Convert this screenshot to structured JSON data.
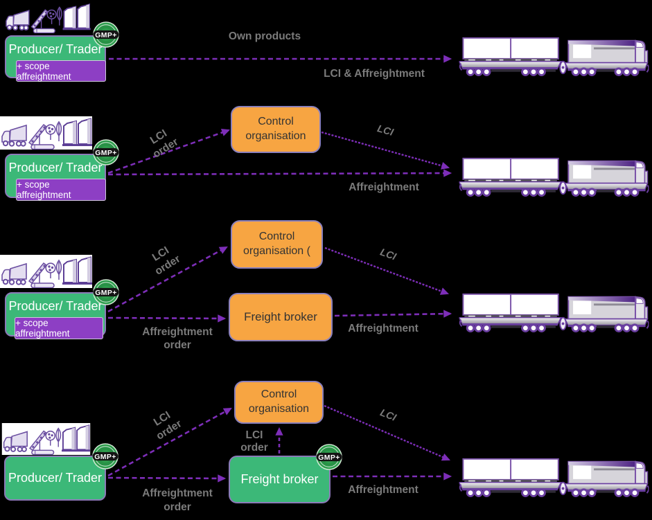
{
  "palette": {
    "background": "#000000",
    "arrow_purple": "#7d2eb8",
    "producer_green": "#3cb878",
    "control_orange": "#f7a542",
    "scope_purple": "#8d3fc4",
    "label_gray": "#7b7b7b"
  },
  "badge": {
    "label": "GMP+"
  },
  "scenarios": [
    {
      "producer_label": "Producer/ Trader",
      "scope_label": "+ scope affreightment",
      "own_products": "Own products",
      "lci_and_affreightment": "LCI & Affreightment"
    },
    {
      "producer_label": "Producer/ Trader",
      "scope_label": "+ scope affreightment",
      "control_label": "Control organisation",
      "lci_order": {
        "line1": "LCI",
        "line2": "order"
      },
      "lci": "LCI",
      "affreightment": "Affreightment"
    },
    {
      "producer_label": "Producer/ Trader",
      "scope_label": "+ scope affreightment",
      "control_label": "Control organisation (",
      "freight_label": "Freight broker",
      "lci_order": {
        "line1": "LCI",
        "line2": "order"
      },
      "affreightment_order": {
        "line1": "Affreightment",
        "line2": "order"
      },
      "lci": "LCI",
      "affreightment": "Affreightment"
    },
    {
      "producer_label": "Producer/ Trader",
      "control_label": "Control organisation",
      "freight_label": "Freight broker",
      "lci_order_diagonal": {
        "line1": "LCI",
        "line2": "order"
      },
      "lci_order_vertical": {
        "line1": "LCI",
        "line2": "order"
      },
      "affreightment_order": {
        "line1": "Affreightment",
        "line2": "order"
      },
      "lci": "LCI",
      "affreightment": "Affreightment"
    }
  ]
}
